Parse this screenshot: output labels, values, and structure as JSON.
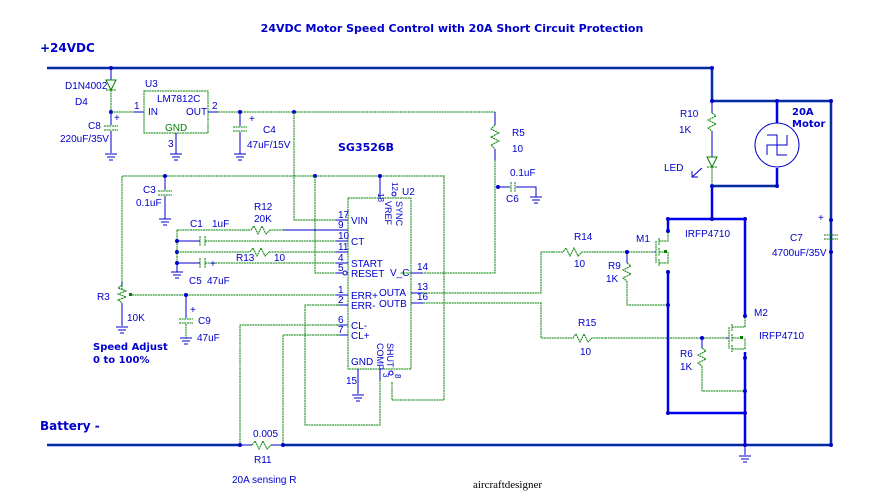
{
  "title": "24VDC Motor Speed Control with 20A Short Circuit Protection",
  "rails": {
    "positive": "+24VDC",
    "negative": "Battery -"
  },
  "ic": {
    "ref": "U2",
    "name": "SG3526B",
    "pins_left": [
      {
        "num": "17",
        "label": "VIN"
      },
      {
        "num": "9",
        "label": ""
      },
      {
        "num": "10",
        "label": "CT"
      },
      {
        "num": "11",
        "label": ""
      },
      {
        "num": "4",
        "label": "START"
      },
      {
        "num": "5",
        "label": "RESET"
      },
      {
        "num": "1",
        "label": "ERR+"
      },
      {
        "num": "2",
        "label": "ERR-"
      },
      {
        "num": "6",
        "label": "CL-"
      },
      {
        "num": "7",
        "label": "CL+"
      }
    ],
    "pins_right": [
      {
        "num": "14",
        "label": "V_C"
      },
      {
        "num": "13",
        "label": "OUTA"
      },
      {
        "num": "16",
        "label": "OUTB"
      }
    ],
    "pins_top": [
      {
        "num": "18",
        "label": "VREF"
      },
      {
        "num": "12",
        "label": "SYNC"
      }
    ],
    "pins_bottom": [
      {
        "num": "15",
        "label": "GND"
      },
      {
        "num": "3",
        "label": "COMP"
      },
      {
        "num": "8",
        "label": "SHUT"
      }
    ]
  },
  "regulator": {
    "ref": "U3",
    "name": "LM7812C",
    "in": "IN",
    "out": "OUT",
    "gnd": "GND",
    "pin_in": "1",
    "pin_out": "2",
    "pin_gnd": "3"
  },
  "components": {
    "D4": {
      "ref": "D4",
      "value": "D1N4002"
    },
    "C8": {
      "ref": "C8",
      "value": "220uF/35V"
    },
    "C4": {
      "ref": "C4",
      "value": "47uF/15V"
    },
    "C3": {
      "ref": "C3",
      "value": "0.1uF"
    },
    "C1": {
      "ref": "C1",
      "value": "1uF"
    },
    "R12": {
      "ref": "R12",
      "value": "20K"
    },
    "R13": {
      "ref": "R13",
      "value": "10"
    },
    "C5": {
      "ref": "C5",
      "value": "47uF"
    },
    "R3": {
      "ref": "R3",
      "value": "10K"
    },
    "C9": {
      "ref": "C9",
      "value": "47uF"
    },
    "R5": {
      "ref": "R5",
      "value": "10"
    },
    "C6": {
      "ref": "C6",
      "value": "0.1uF"
    },
    "R14": {
      "ref": "R14",
      "value": "10"
    },
    "R15": {
      "ref": "R15",
      "value": "10"
    },
    "R9": {
      "ref": "R9",
      "value": "1K"
    },
    "R6": {
      "ref": "R6",
      "value": "1K"
    },
    "M1": {
      "ref": "M1",
      "value": "IRFP4710"
    },
    "M2": {
      "ref": "M2",
      "value": "IRFP4710"
    },
    "R10": {
      "ref": "R10",
      "value": "1K"
    },
    "LED": {
      "ref": "LED"
    },
    "C7": {
      "ref": "C7",
      "value": "4700uF/35V"
    },
    "R11": {
      "ref": "R11",
      "value": "0.005",
      "note": "20A sensing R"
    },
    "motor": {
      "label1": "20A",
      "label2": "Motor"
    }
  },
  "notes": {
    "speed1": "Speed Adjust",
    "speed2": "0 to 100%"
  },
  "footer": "aircraftdesigner",
  "plus": "+"
}
